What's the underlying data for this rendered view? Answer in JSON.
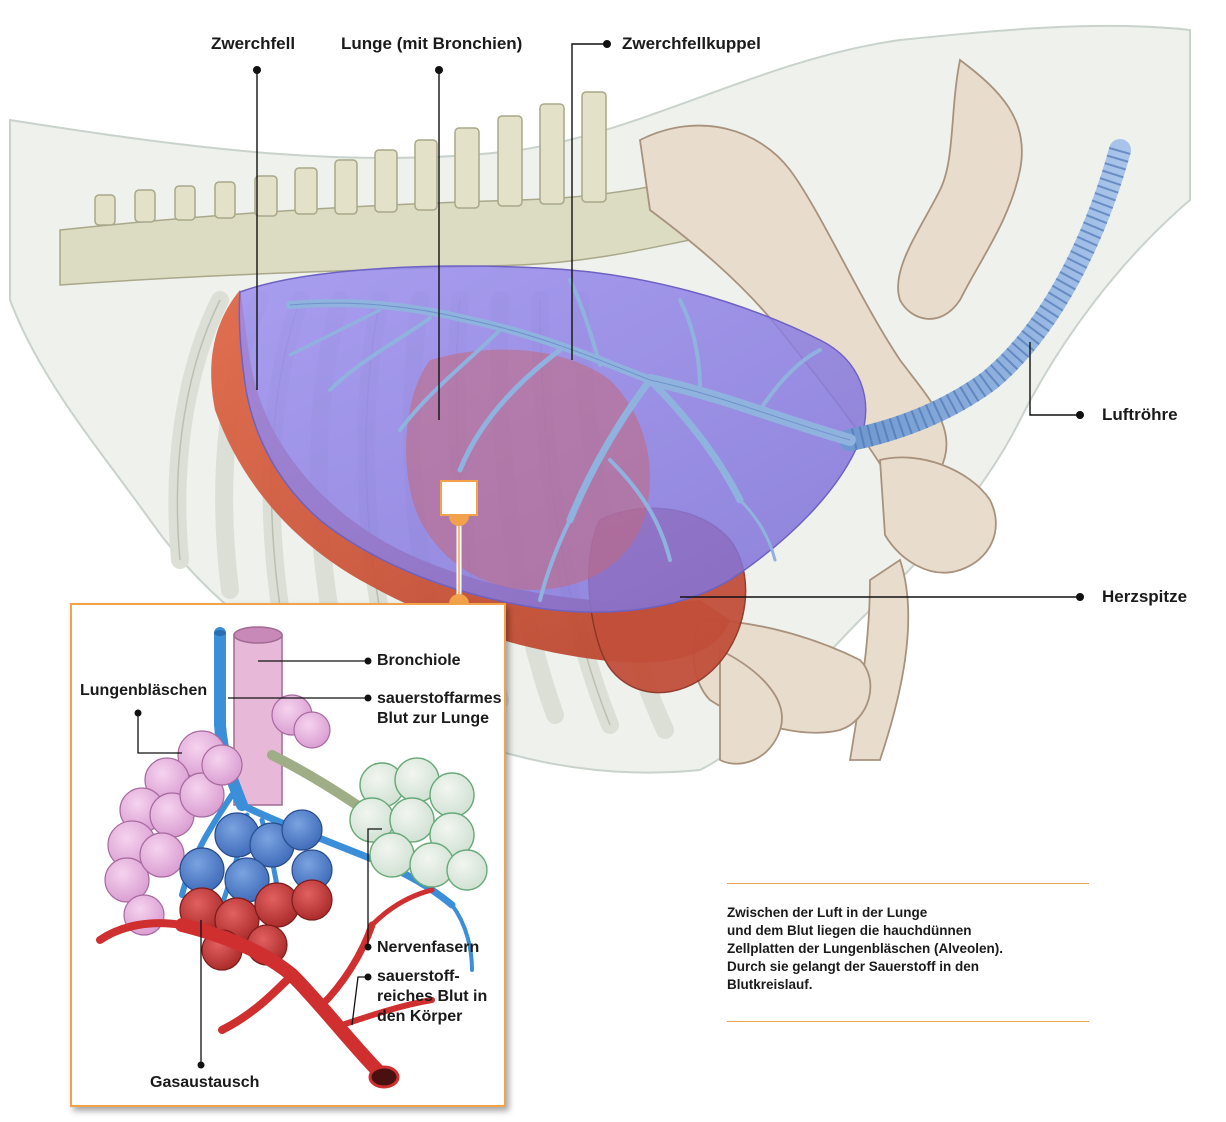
{
  "labels": {
    "zwerchfell": "Zwerchfell",
    "lunge": "Lunge (mit Bronchien)",
    "zwerchfellkuppel": "Zwerchfellkuppel",
    "luftroehre": "Luftröhre",
    "herzspitze": "Herzspitze"
  },
  "inset_labels": {
    "bronchiole": "Bronchiole",
    "lungenblaeschen": "Lungenbläschen",
    "sauerstoffarmes_1": "sauerstoffarmes",
    "sauerstoffarmes_2": "Blut zur Lunge",
    "nervenfasern": "Nervenfasern",
    "sauerstoffreiches_1": "sauerstoff-",
    "sauerstoffreiches_2": "reiches Blut in",
    "sauerstoffreiches_3": "den Körper",
    "gasaustausch": "Gasaustausch"
  },
  "caption": {
    "line1": "Zwischen der Luft in der Lunge",
    "line2": "und dem Blut liegen die hauchdünnen",
    "line3": "Zellplatten der Lungenbläschen (Alveolen).",
    "line4": "Durch sie gelangt der Sauerstoff in den",
    "line5": "Blutkreislauf."
  },
  "colors": {
    "accent_orange": "#f2a24a",
    "lung_purple": "#8c7fe0",
    "lung_red": "#d2553a",
    "trachea_blue": "#7fa6d8",
    "bone": "#e6d7c6",
    "alveoli_pink": "#e8b3e0",
    "artery_red": "#cf2f2f",
    "vein_blue": "#3b8fd8"
  }
}
